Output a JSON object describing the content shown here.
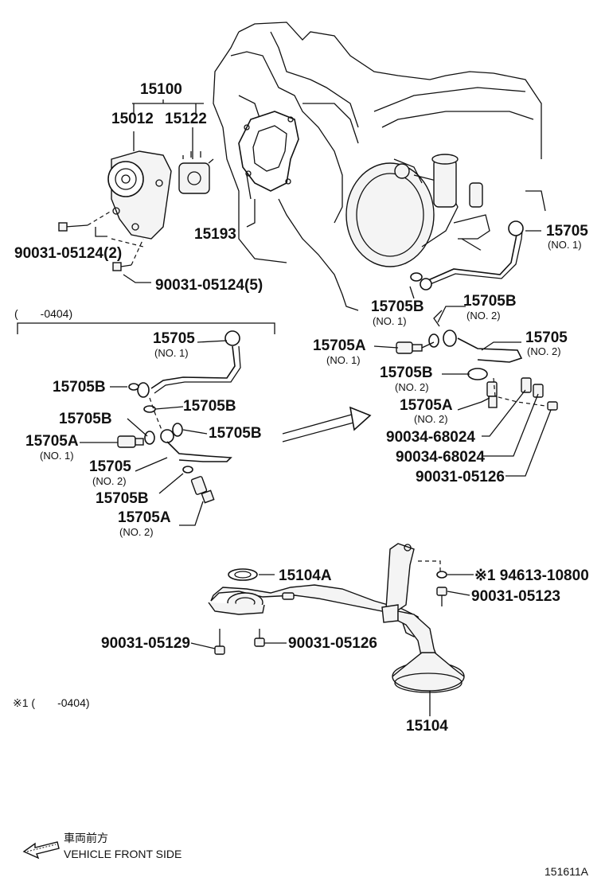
{
  "labels": {
    "pump_assy": "15100",
    "pump_body": "15012",
    "rotor": "15122",
    "gasket_cover": "15193",
    "bolt_pump_2": "90031-05124(2)",
    "bolt_pump_5": "90031-05124(5)",
    "tube_main": "15705",
    "tube_main_no1": "(NO. 1)",
    "gasket_b_top": "15705B",
    "gasket_b_top_no": "(NO. 1)",
    "gasket_b_right": "15705B",
    "gasket_b_right_no": "(NO. 2)",
    "bolt_a_right": "15705A",
    "bolt_a_right_no": "(NO. 1)",
    "tube_right2": "15705",
    "tube_right2_no": "(NO. 2)",
    "gasket_b_right3": "15705B",
    "gasket_b_right3_no": "(NO. 2)",
    "bolt_a_right2": "15705A",
    "bolt_a_right2_no": "(NO. 2)",
    "clamp1": "90034-68024",
    "clamp2": "90034-68024",
    "bolt_clamp": "90031-05126",
    "inset_range": "(　　-0404)",
    "inset_tube": "15705",
    "inset_tube_no": "(NO. 1)",
    "inset_b1": "15705B",
    "inset_b2": "15705B",
    "inset_b3": "15705B",
    "inset_b4": "15705B",
    "inset_b5": "15705B",
    "inset_a1": "15705A",
    "inset_a1_no": "(NO. 1)",
    "inset_tube2": "15705",
    "inset_tube2_no": "(NO. 2)",
    "inset_a2": "15705A",
    "inset_a2_no": "(NO. 2)",
    "strainer_gasket": "15104A",
    "strainer_nut": "※1 94613-10800",
    "strainer_bolt_r": "90031-05123",
    "strainer_bolt_l": "90031-05129",
    "strainer_bolt_m": "90031-05126",
    "strainer": "15104",
    "note": "※1 (　　-0404)",
    "front_jp": "車両前方",
    "front_en": "VEHICLE FRONT SIDE",
    "figure_id": "151611A"
  }
}
